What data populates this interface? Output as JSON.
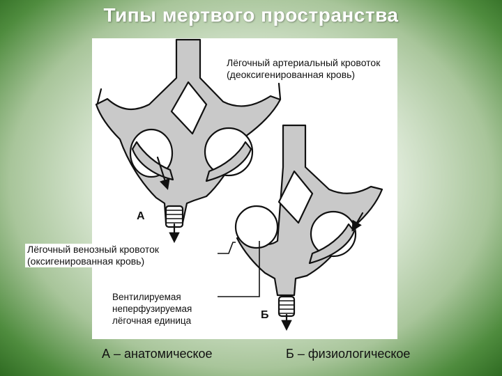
{
  "slide": {
    "title": "Типы мертвого пространства"
  },
  "labels": {
    "arterial_line1": "Лёгочный артериальный кровоток",
    "arterial_line2": "(деоксигенированная кровь)",
    "venous_line1": "Лёгочный венозный кровоток",
    "venous_line2": "(оксигенированная кровь)",
    "unit_line1": "Вентилируемая",
    "unit_line2": "неперфузируемая",
    "unit_line3": "лёгочная единица",
    "letter_a": "А",
    "letter_b": "Б"
  },
  "captions": {
    "left": "А – анатомическое",
    "right": "Б – физиологическое"
  },
  "colors": {
    "vessel_fill": "#c9c9c9",
    "outline": "#111111",
    "background_green": "#2f6b22"
  }
}
